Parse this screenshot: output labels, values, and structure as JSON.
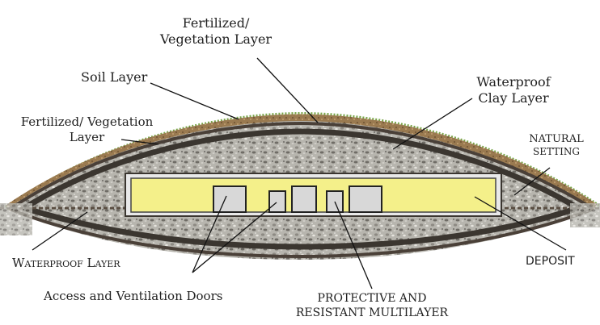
{
  "labels": {
    "fertilized_top_line1": "Fertilized/",
    "fertilized_top_line2": "Vegetation Layer",
    "soil_layer": "Soil Layer",
    "waterproof_clay_line1": "Waterproof",
    "waterproof_clay_line2": "Clay Layer",
    "fertilized_left_line1": "Fertilized/ Vegetation",
    "fertilized_left_line2": "Layer",
    "natural_setting_line1": "NATURAL",
    "natural_setting_line2": "SETTING",
    "waterproof_layer": "Waterproof Layer",
    "deposit": "DEPOSIT",
    "access_doors": "Access and Ventilation Doors",
    "protective_line1": "PROTECTIVE AND",
    "protective_line2": "RESISTANT MULTILAYER"
  },
  "colors": {
    "grass": "#7aa64a",
    "soil": "#8a6a42",
    "clay": "#3b3630",
    "gravel": "#b9b7b0",
    "deposit": "#f4f08a",
    "door": "#d8d8d8"
  }
}
